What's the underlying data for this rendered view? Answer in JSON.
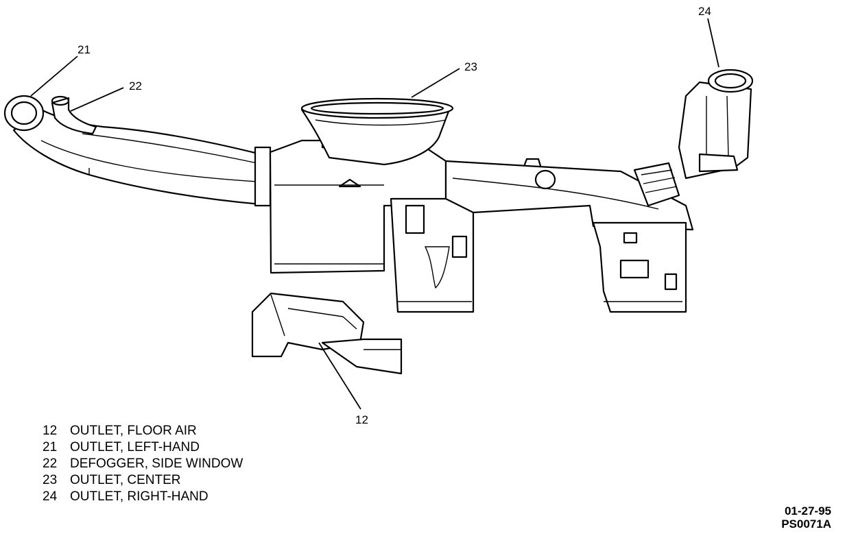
{
  "callouts": {
    "c12": "12",
    "c21": "21",
    "c22": "22",
    "c23": "23",
    "c24": "24"
  },
  "legend": [
    {
      "num": "12",
      "text": "OUTLET, FLOOR AIR"
    },
    {
      "num": "21",
      "text": "OUTLET, LEFT-HAND"
    },
    {
      "num": "22",
      "text": "DEFOGGER, SIDE WINDOW"
    },
    {
      "num": "23",
      "text": "OUTLET, CENTER"
    },
    {
      "num": "24",
      "text": "OUTLET, RIGHT-HAND"
    }
  ],
  "stamp": {
    "date": "01-27-95",
    "code": "PS0071A"
  }
}
